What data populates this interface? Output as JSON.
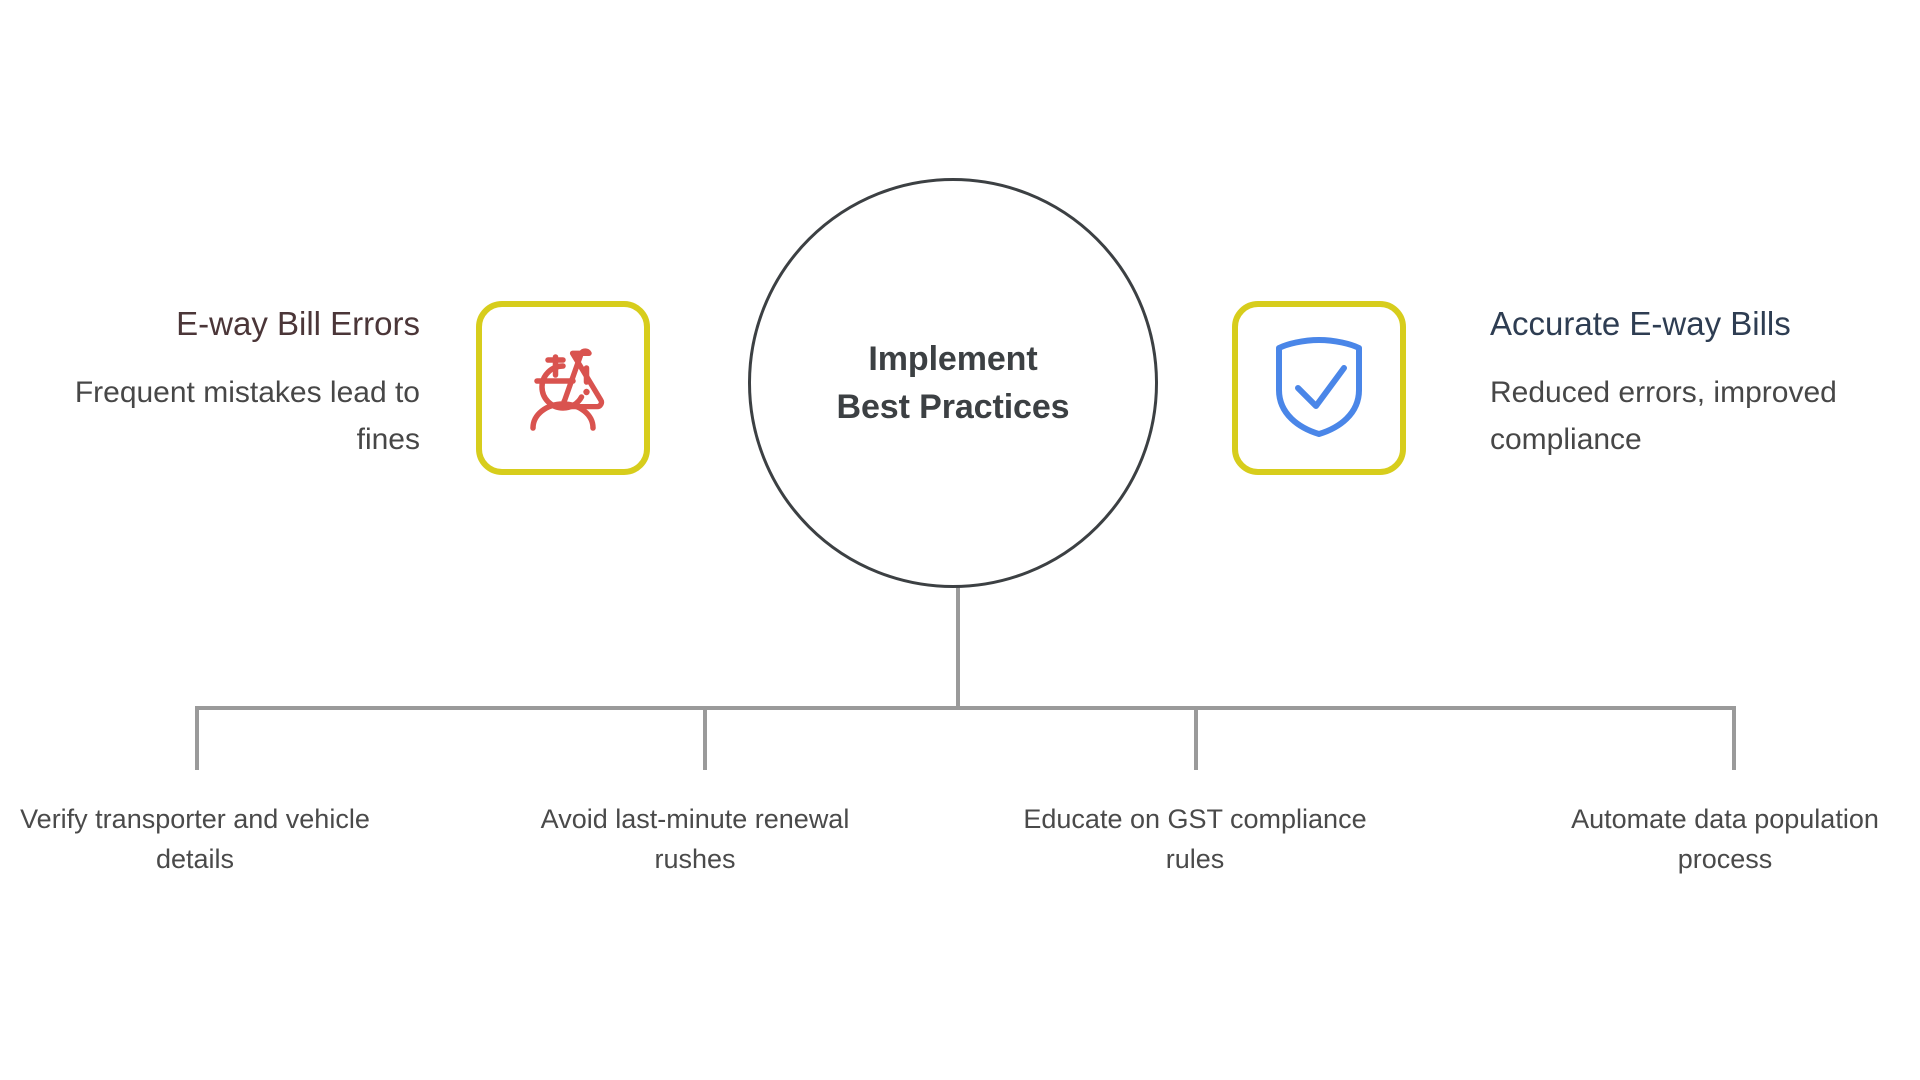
{
  "hub": {
    "label": "Implement\nBest Practices"
  },
  "left_panel": {
    "heading": "E-way Bill Errors",
    "body": "Frequent mistakes lead to fines",
    "icon_name": "person-currency-warning-icon",
    "icon_color": "#d9534f",
    "tile_border_color": "#d7cd1c"
  },
  "right_panel": {
    "heading": "Accurate E-way Bills",
    "body": "Reduced errors, improved compliance",
    "icon_name": "shield-check-icon",
    "icon_color": "#4a86e8",
    "tile_border_color": "#d7cd1c"
  },
  "branches": [
    {
      "label": "Verify transporter and vehicle details"
    },
    {
      "label": "Avoid last-minute renewal rushes"
    },
    {
      "label": "Educate on GST compliance rules"
    },
    {
      "label": "Automate data population process"
    }
  ],
  "colors": {
    "hub_stroke": "#3c4043",
    "hub_text": "#3c4043",
    "connector": "#9a9a9a",
    "left_heading": "#4b3638",
    "right_heading": "#2e3d52",
    "body_text": "#474747",
    "branch_text": "#4a4a4a",
    "accent_yellow": "#d7cd1c",
    "background": "#ffffff"
  }
}
